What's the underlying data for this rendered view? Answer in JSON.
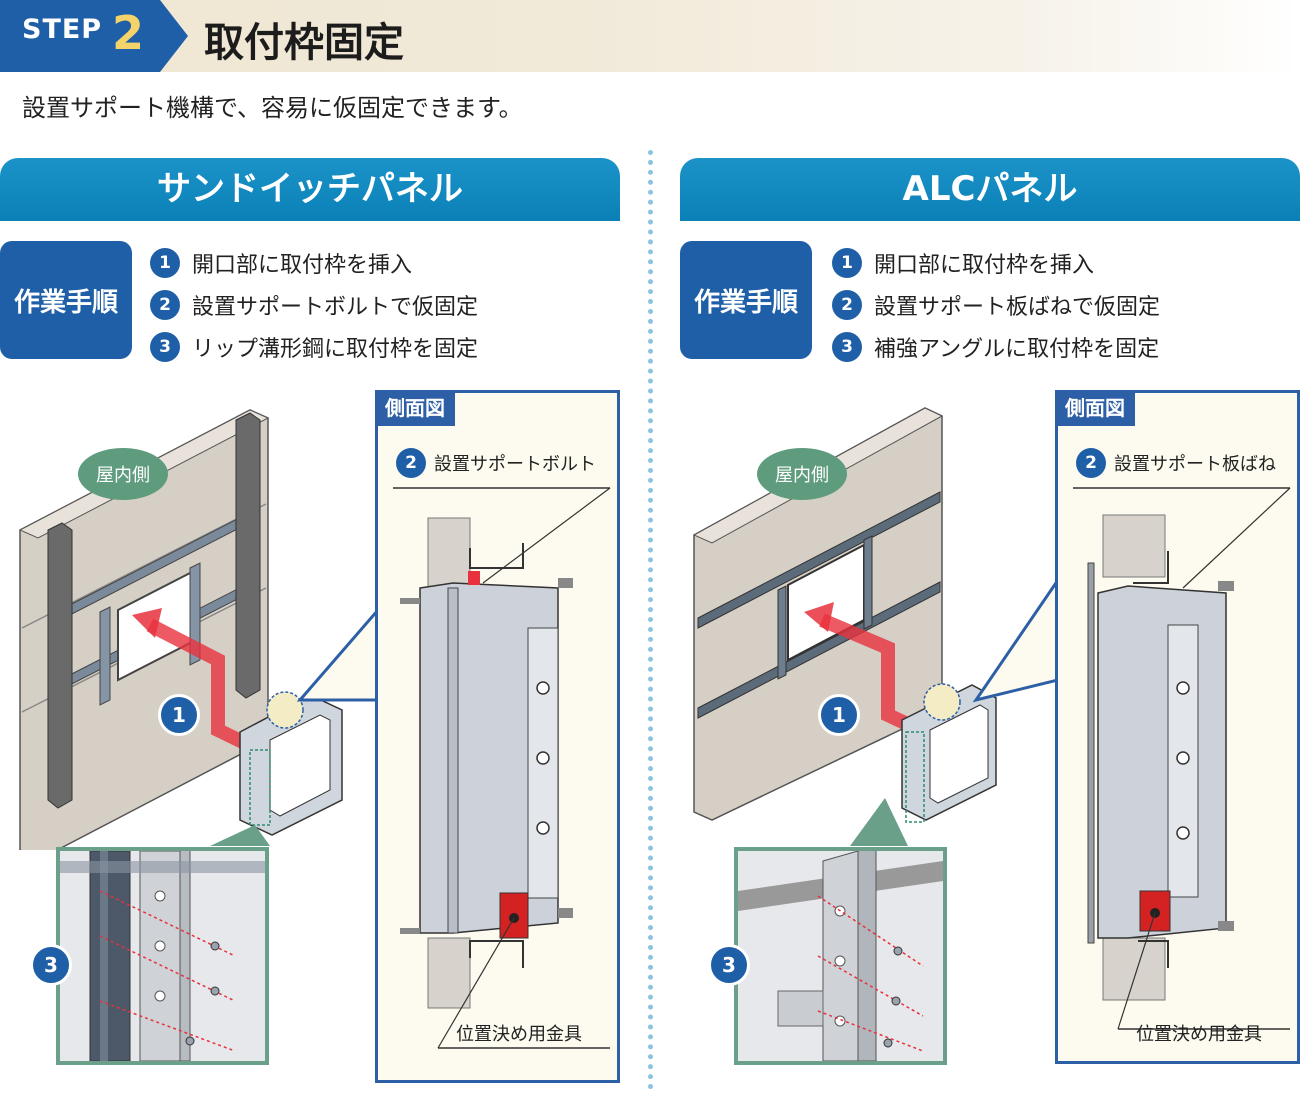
{
  "header": {
    "step_label": "STEP",
    "step_number": "2",
    "title": "取付枠固定",
    "subtitle": "設置サポート機構で、容易に仮固定できます。"
  },
  "colors": {
    "section_blue": "#0a80b7",
    "badge_blue": "#1f5fa8",
    "inset_green": "#6aa08a",
    "arrow_red": "#e8313d",
    "bracket_red": "#d42222"
  },
  "left": {
    "section_title": "サンドイッチパネル",
    "procedure_label": "作業手順",
    "steps": [
      {
        "num": "1",
        "text": "開口部に取付枠を挿入"
      },
      {
        "num": "2",
        "text": "設置サポートボルトで仮固定"
      },
      {
        "num": "3",
        "text": "リップ溝形鋼に取付枠を固定"
      }
    ],
    "indoor_label": "屋内側",
    "marker_1": "1",
    "marker_3": "3",
    "side_view_label": "側面図",
    "callout_num": "2",
    "callout_text": "設置サポートボルト",
    "metal_label": "位置決め用金具"
  },
  "right": {
    "section_title": "ALCパネル",
    "procedure_label": "作業手順",
    "steps": [
      {
        "num": "1",
        "text": "開口部に取付枠を挿入"
      },
      {
        "num": "2",
        "text": "設置サポート板ばねで仮固定"
      },
      {
        "num": "3",
        "text": "補強アングルに取付枠を固定"
      }
    ],
    "indoor_label": "屋内側",
    "marker_1": "1",
    "marker_3": "3",
    "side_view_label": "側面図",
    "callout_num": "2",
    "callout_text": "設置サポート板ばね",
    "metal_label": "位置決め用金具"
  }
}
